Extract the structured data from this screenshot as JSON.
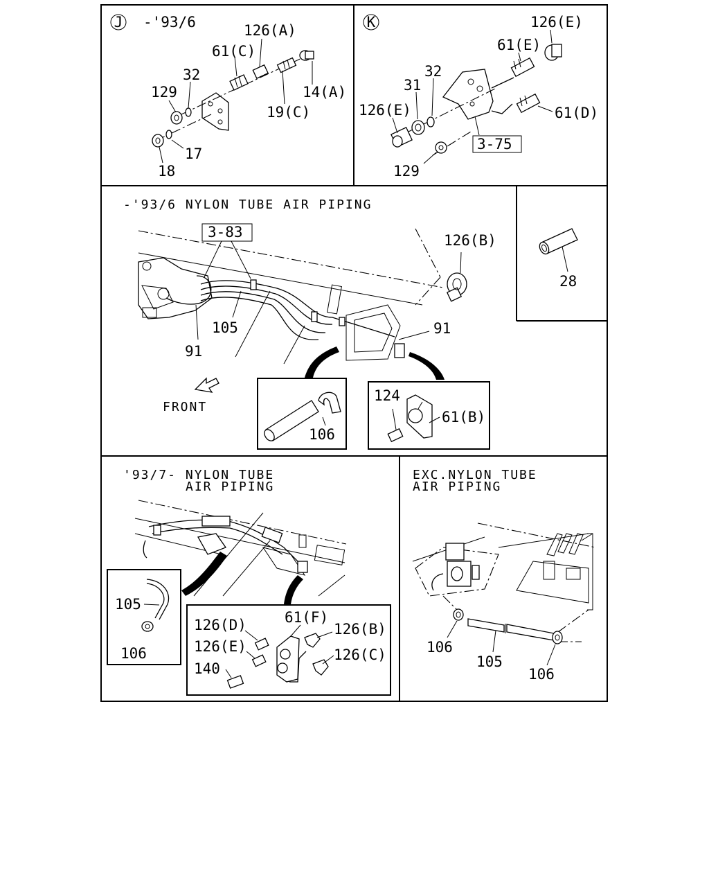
{
  "panels": {
    "j": {
      "marker": "J",
      "date": "-'93/6",
      "callouts": {
        "p126a": "126(A)",
        "p61c": "61(C)",
        "p32": "32",
        "p129": "129",
        "p14a": "14(A)",
        "p19c": "19(C)",
        "p17": "17",
        "p18": "18"
      }
    },
    "k": {
      "marker": "K",
      "callouts": {
        "p126e_top": "126(E)",
        "p61e": "61(E)",
        "p32": "32",
        "p31": "31",
        "p126e_left": "126(E)",
        "p61d": "61(D)",
        "ref375": "3-75",
        "p129": "129"
      }
    },
    "nylon_early": {
      "title": "-'93/6 NYLON TUBE AIR PIPING",
      "callouts": {
        "ref383": "3-83",
        "p126b": "126(B)",
        "p105": "105",
        "p91_left": "91",
        "p91_right": "91",
        "front": "FRONT",
        "p106": "106",
        "p124": "124",
        "p61b": "61(B)"
      }
    },
    "spacer": {
      "callouts": {
        "p28": "28"
      }
    },
    "nylon_late": {
      "title_line1": "'93/7- NYLON TUBE",
      "title_line2": "AIR PIPING",
      "callouts": {
        "p105": "105",
        "p106": "106",
        "p126d": "126(D)",
        "p61f": "61(F)",
        "p126b": "126(B)",
        "p126e": "126(E)",
        "p126c": "126(C)",
        "p140": "140"
      }
    },
    "exc_nylon": {
      "title_line1": "EXC.NYLON TUBE",
      "title_line2": "AIR PIPING",
      "callouts": {
        "p106_left": "106",
        "p105": "105",
        "p106_right": "106"
      }
    }
  }
}
